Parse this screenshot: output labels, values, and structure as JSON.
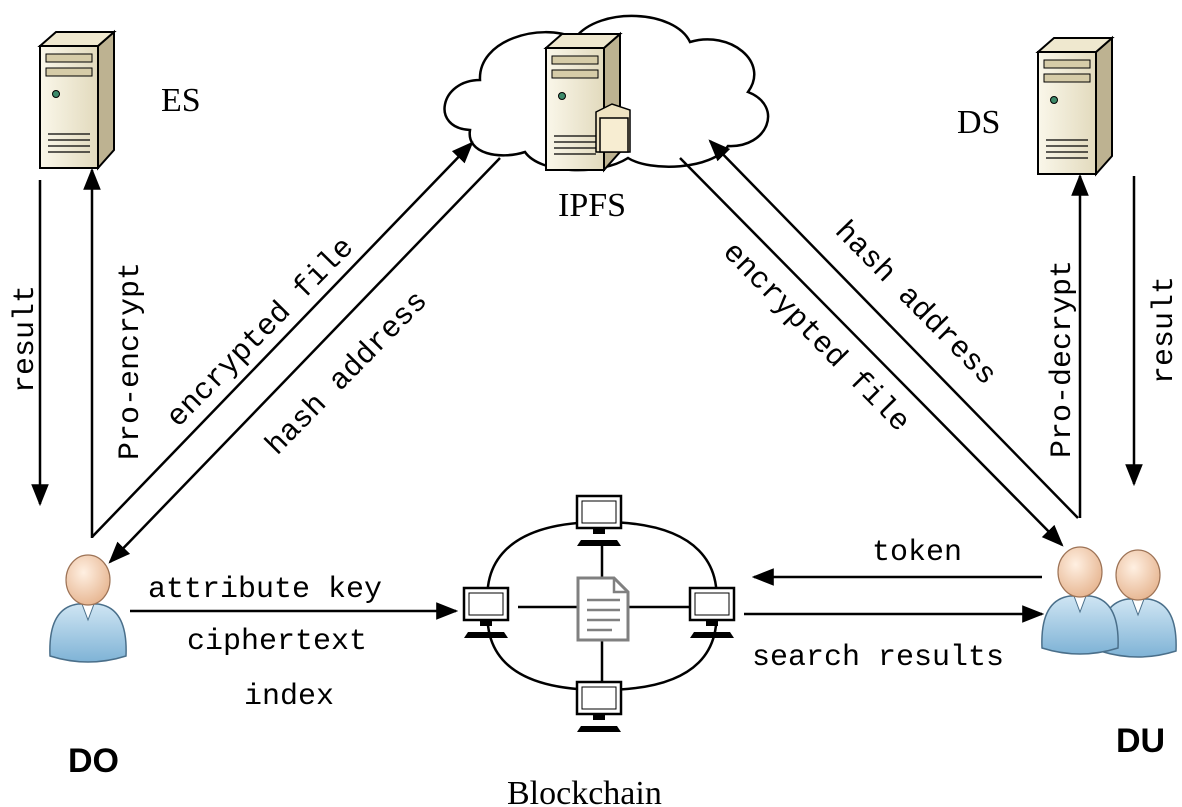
{
  "nodes": {
    "es": "ES",
    "ipfs": "IPFS",
    "ds": "DS",
    "do": "DO",
    "du": "DU",
    "blockchain": "Blockchain"
  },
  "edges": {
    "es_result": "result",
    "do_pro_encrypt": "Pro-encrypt",
    "do_encrypted_file": "encrypted file",
    "do_hash_address": "hash address",
    "du_hash_address": "hash address",
    "du_encrypted_file": "encrypted file",
    "du_pro_decrypt": "Pro-decrypt",
    "ds_result": "result",
    "token": "token",
    "search_results": "search results",
    "attribute_key": "attribute key",
    "ciphertext": "ciphertext",
    "index": "index"
  },
  "colors": {
    "line": "#000000",
    "server_light": "#f1ecd9",
    "server_dark": "#c6bd9c",
    "user_body": "#a9cde6",
    "user_head": "#f5d2b6",
    "computer_screen": "#ffffff",
    "document_gray": "#808080"
  }
}
